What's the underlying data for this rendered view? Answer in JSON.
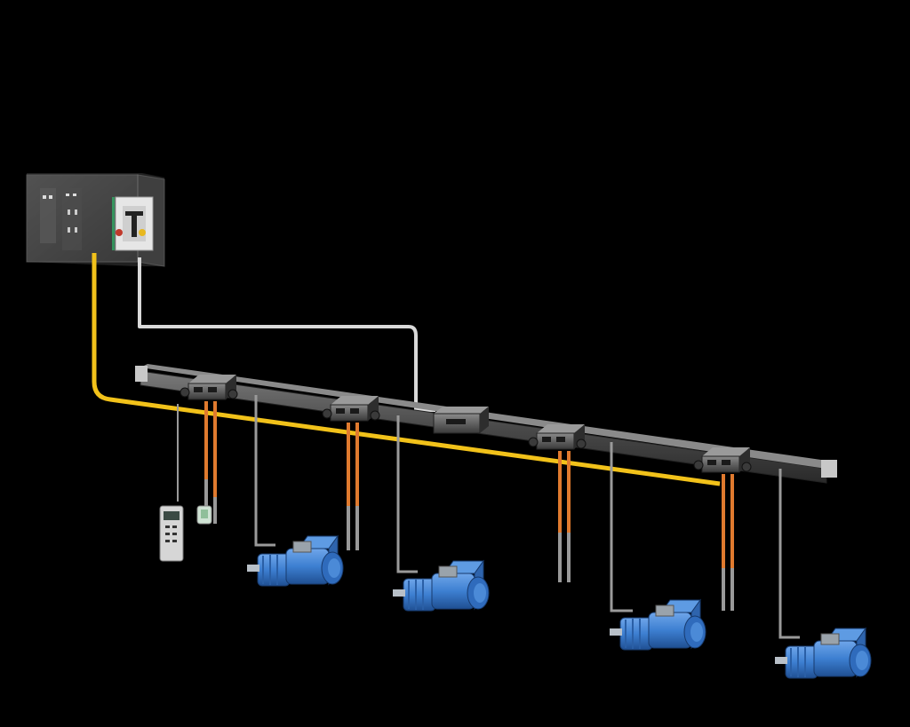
{
  "scene": {
    "kind": "3d-installation-render",
    "components": {
      "control_cabinet": {
        "count": 1,
        "icon": "control-cabinet-icon"
      },
      "power_rail": {
        "count": 1
      },
      "distribution_modules": {
        "count": 4
      },
      "coupler_module": {
        "count": 1
      },
      "drive_motors": {
        "count": 4,
        "icon": "gearmotor-icon"
      },
      "handheld_terminal": {
        "count": 1,
        "icon": "handheld-terminal-icon"
      },
      "sensor_probe": {
        "count": 1
      }
    }
  },
  "colors": {
    "background": "#000000",
    "supply_cable": "#f2c21a",
    "data_cable": "#d9d9d9",
    "drop_cable": "#9a9a9a",
    "tap_cable": "#e07a2e",
    "motor_body": "#3d7fd1",
    "rail": "#4a4a4a",
    "cabinet": "#6a6a6a"
  }
}
